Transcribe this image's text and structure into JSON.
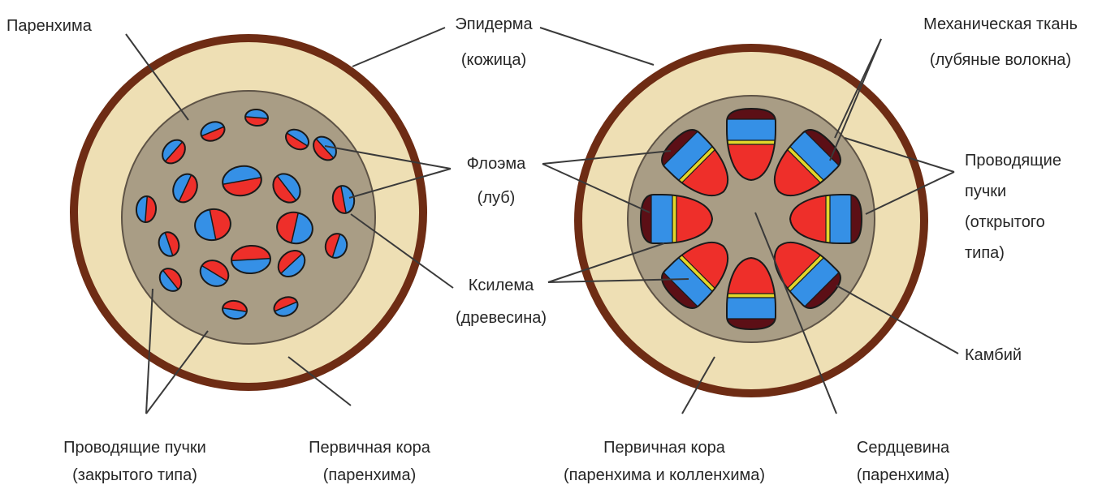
{
  "colors": {
    "epidermis": "#6e2c14",
    "cortex": "#eedfb4",
    "stele": "#a99d85",
    "ring_line": "#5e5346",
    "xylem": "#ee2f2a",
    "phloem": "#3590e6",
    "cambium": "#e2d62a",
    "fibers": "#5c0f16",
    "outline": "#1a1a1a"
  },
  "labels": {
    "parenchyma": "Паренхима",
    "epidermis_1": "Эпидерма",
    "epidermis_2": "(кожица)",
    "phloem_1": "Флоэма",
    "phloem_2": "(луб)",
    "xylem_1": "Ксилема",
    "xylem_2": "(древесина)",
    "bundles_closed_1": "Проводящие пучки",
    "bundles_closed_2": "(закрытого типа)",
    "cortex_left_1": "Первичная кора",
    "cortex_left_2": "(паренхима)",
    "mech_1": "Механическая ткань",
    "mech_2": "(лубяные волокна)",
    "bundles_open_1": "Проводящие",
    "bundles_open_2": "пучки",
    "bundles_open_3": "(открытого",
    "bundles_open_4": "типа)",
    "cambium": "Камбий",
    "cortex_right_1": "Первичная кора",
    "cortex_right_2": "(паренхима и колленхима)",
    "pith_1": "Сердцевина",
    "pith_2": "(паренхима)"
  }
}
